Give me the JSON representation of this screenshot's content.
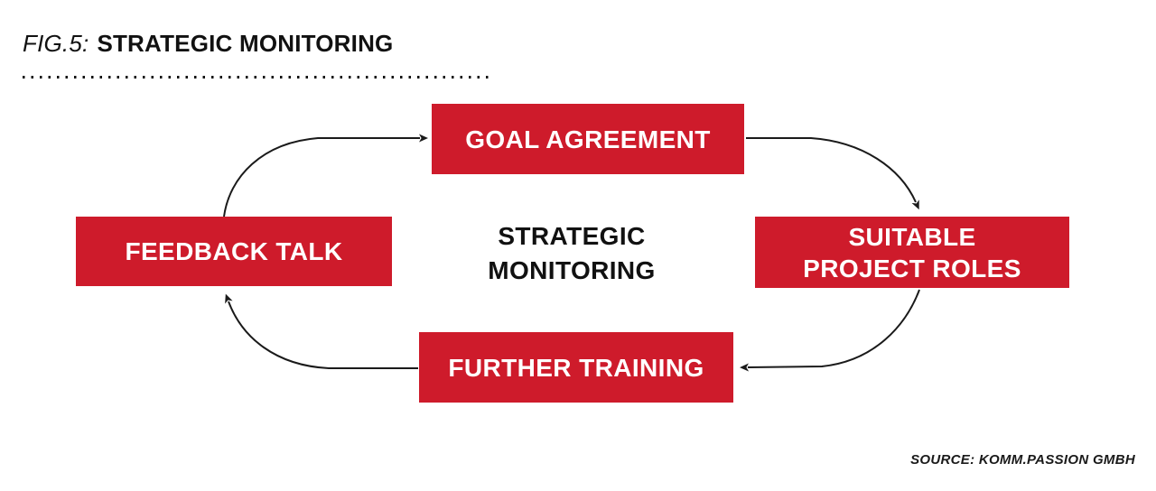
{
  "figure": {
    "label": "FIG.5:",
    "title": "STRATEGIC MONITORING"
  },
  "diagram": {
    "center_label": {
      "lines": [
        "STRATEGIC",
        "MONITORING"
      ]
    },
    "nodes": [
      {
        "id": "goal-agreement",
        "lines": [
          "GOAL AGREEMENT"
        ]
      },
      {
        "id": "suitable-project-roles",
        "lines": [
          "SUITABLE",
          "PROJECT ROLES"
        ]
      },
      {
        "id": "further-training",
        "lines": [
          "FURTHER TRAINING"
        ]
      },
      {
        "id": "feedback-talk",
        "lines": [
          "FEEDBACK TALK"
        ]
      }
    ],
    "edges": [
      {
        "from": "feedback-talk",
        "to": "goal-agreement"
      },
      {
        "from": "goal-agreement",
        "to": "suitable-project-roles"
      },
      {
        "from": "suitable-project-roles",
        "to": "further-training"
      },
      {
        "from": "further-training",
        "to": "feedback-talk"
      }
    ],
    "colors": {
      "box_background": "#CE1B2B",
      "box_text": "#FFFFFF",
      "arrow": "#1A1A1A",
      "text": "#111111"
    }
  },
  "source": {
    "text": "SOURCE: KOMM.PASSION GMBH"
  }
}
